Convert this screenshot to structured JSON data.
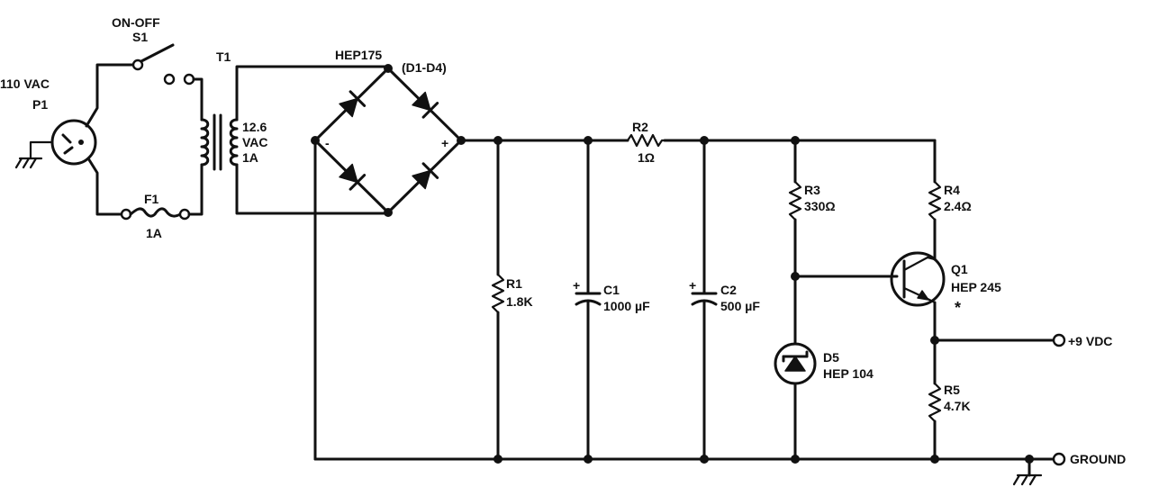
{
  "labels": {
    "switch_type": "ON-OFF",
    "switch_ref": "S1",
    "plug_voltage": "110 VAC",
    "plug_ref": "P1",
    "fuse_ref": "F1",
    "fuse_rating": "1A",
    "transformer_ref": "T1",
    "transformer_voltage": "12.6",
    "transformer_unit": "VAC",
    "transformer_current": "1A",
    "bridge_part": "HEP175",
    "bridge_refs": "(D1-D4)",
    "bridge_minus": "-",
    "bridge_plus": "+",
    "r1_ref": "R1",
    "r1_value": "1.8K",
    "c1_ref": "C1",
    "c1_value": "1000 µF",
    "c2_ref": "C2",
    "c2_value": "500 µF",
    "r2_ref": "R2",
    "r2_value": "1Ω",
    "r3_ref": "R3",
    "r3_value": "330Ω",
    "r4_ref": "R4",
    "r4_value": "2.4Ω",
    "r5_ref": "R5",
    "r5_value": "4.7K",
    "d5_ref": "D5",
    "d5_part": "HEP 104",
    "q1_ref": "Q1",
    "q1_part": "HEP 245",
    "q1_note": "*",
    "cap_polarity": "+",
    "output_voltage": "+9 VDC",
    "output_ground": "GROUND"
  }
}
